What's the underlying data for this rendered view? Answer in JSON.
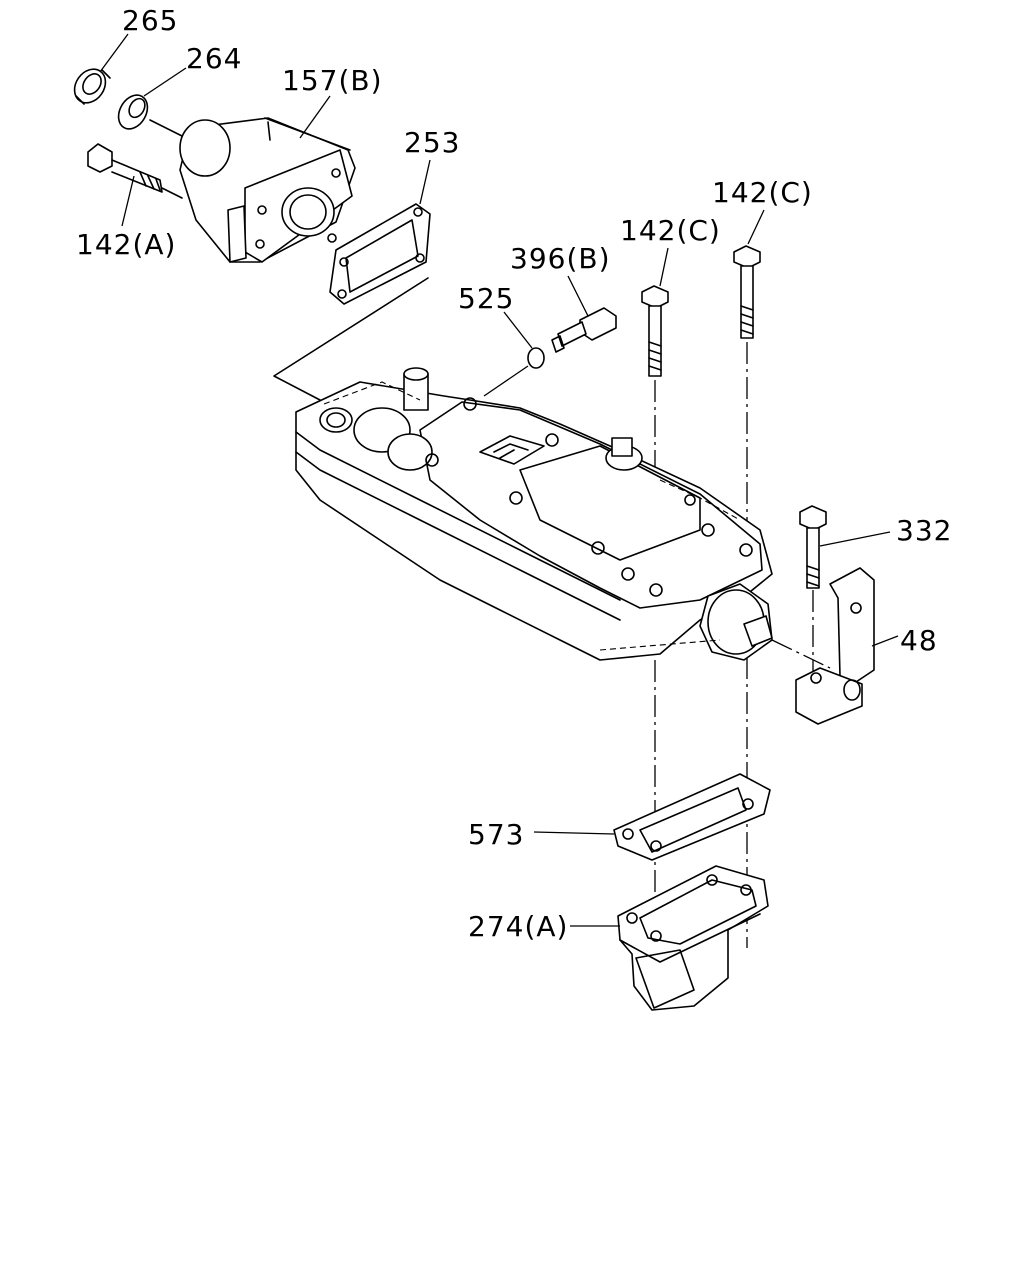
{
  "callouts": {
    "c265": "265",
    "c264": "264",
    "c157b": "157(B)",
    "c253": "253",
    "c142a": "142(A)",
    "c396b": "396(B)",
    "c525": "525",
    "c142c_left": "142(C)",
    "c142c_right": "142(C)",
    "c332": "332",
    "c48": "48",
    "c573": "573",
    "c274a": "274(A)"
  }
}
